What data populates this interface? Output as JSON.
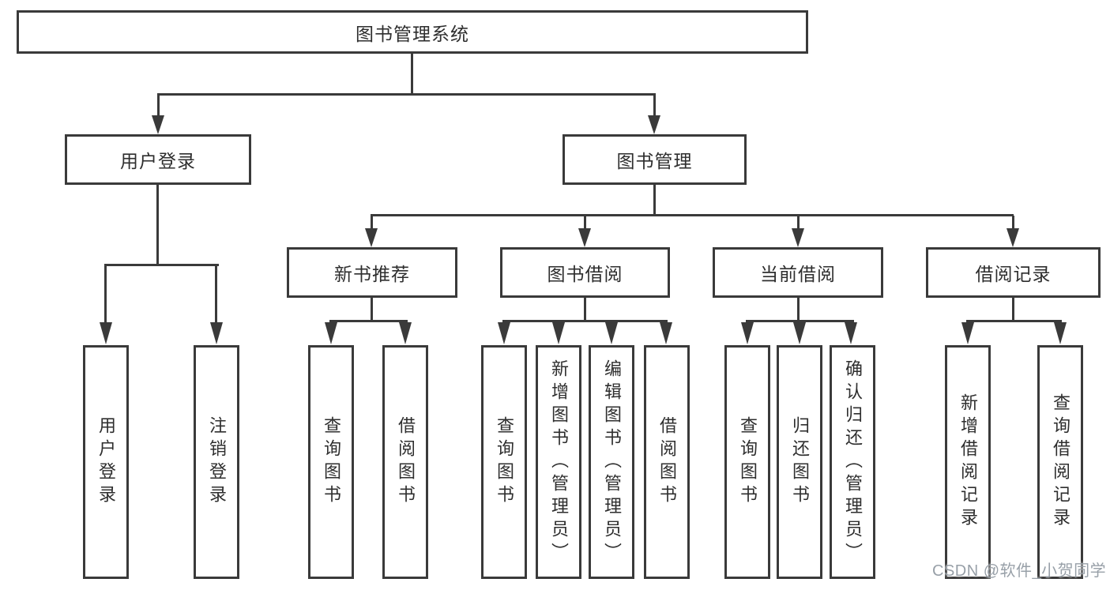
{
  "diagram": {
    "root": {
      "label": "图书管理系统"
    },
    "level2": [
      {
        "label": "用户登录"
      },
      {
        "label": "图书管理"
      }
    ],
    "level3": [
      {
        "label": "新书推荐"
      },
      {
        "label": "图书借阅"
      },
      {
        "label": "当前借阅"
      },
      {
        "label": "借阅记录"
      }
    ],
    "leaves": {
      "user_login": [
        {
          "label": "用户登录"
        },
        {
          "label": "注销登录"
        }
      ],
      "new_books": [
        {
          "label": "查询图书"
        },
        {
          "label": "借阅图书"
        }
      ],
      "book_borrowing": [
        {
          "label": "查询图书"
        },
        {
          "label": "新增图书（管理员）"
        },
        {
          "label": "编辑图书（管理员）"
        },
        {
          "label": "借阅图书"
        }
      ],
      "current_borrowing": [
        {
          "label": "查询图书"
        },
        {
          "label": "归还图书"
        },
        {
          "label": "确认归还（管理员）"
        }
      ],
      "borrowing_records": [
        {
          "label": "新增借阅记录"
        },
        {
          "label": "查询借阅记录"
        }
      ]
    }
  },
  "watermark": {
    "text": "CSDN @软件_小贺同学"
  },
  "colors": {
    "line": "#3a3a3a",
    "background": "#ffffff",
    "watermark": "#98a0a8"
  }
}
